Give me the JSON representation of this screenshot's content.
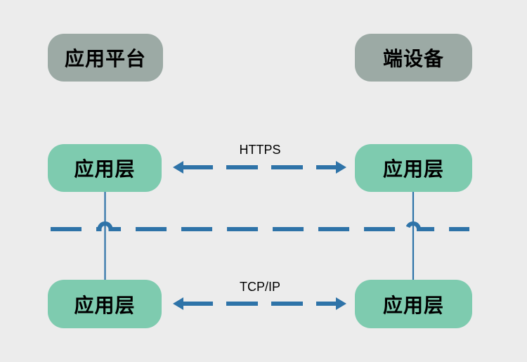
{
  "colors": {
    "canvas_bg": "#ececec",
    "node_gray": "#9caaa5",
    "node_green": "#7ecbaf",
    "line_blue": "#2e73a8",
    "text_black": "#000000"
  },
  "nodes": {
    "platform": {
      "label": "应用平台"
    },
    "device": {
      "label": "端设备"
    },
    "app_layer_platform_top": {
      "label": "应用层"
    },
    "app_layer_device_top": {
      "label": "应用层"
    },
    "app_layer_platform_bottom": {
      "label": "应用层"
    },
    "app_layer_device_bottom": {
      "label": "应用层"
    }
  },
  "connections": {
    "https": {
      "label": "HTTPS"
    },
    "tcpip": {
      "label": "TCP/IP"
    }
  }
}
